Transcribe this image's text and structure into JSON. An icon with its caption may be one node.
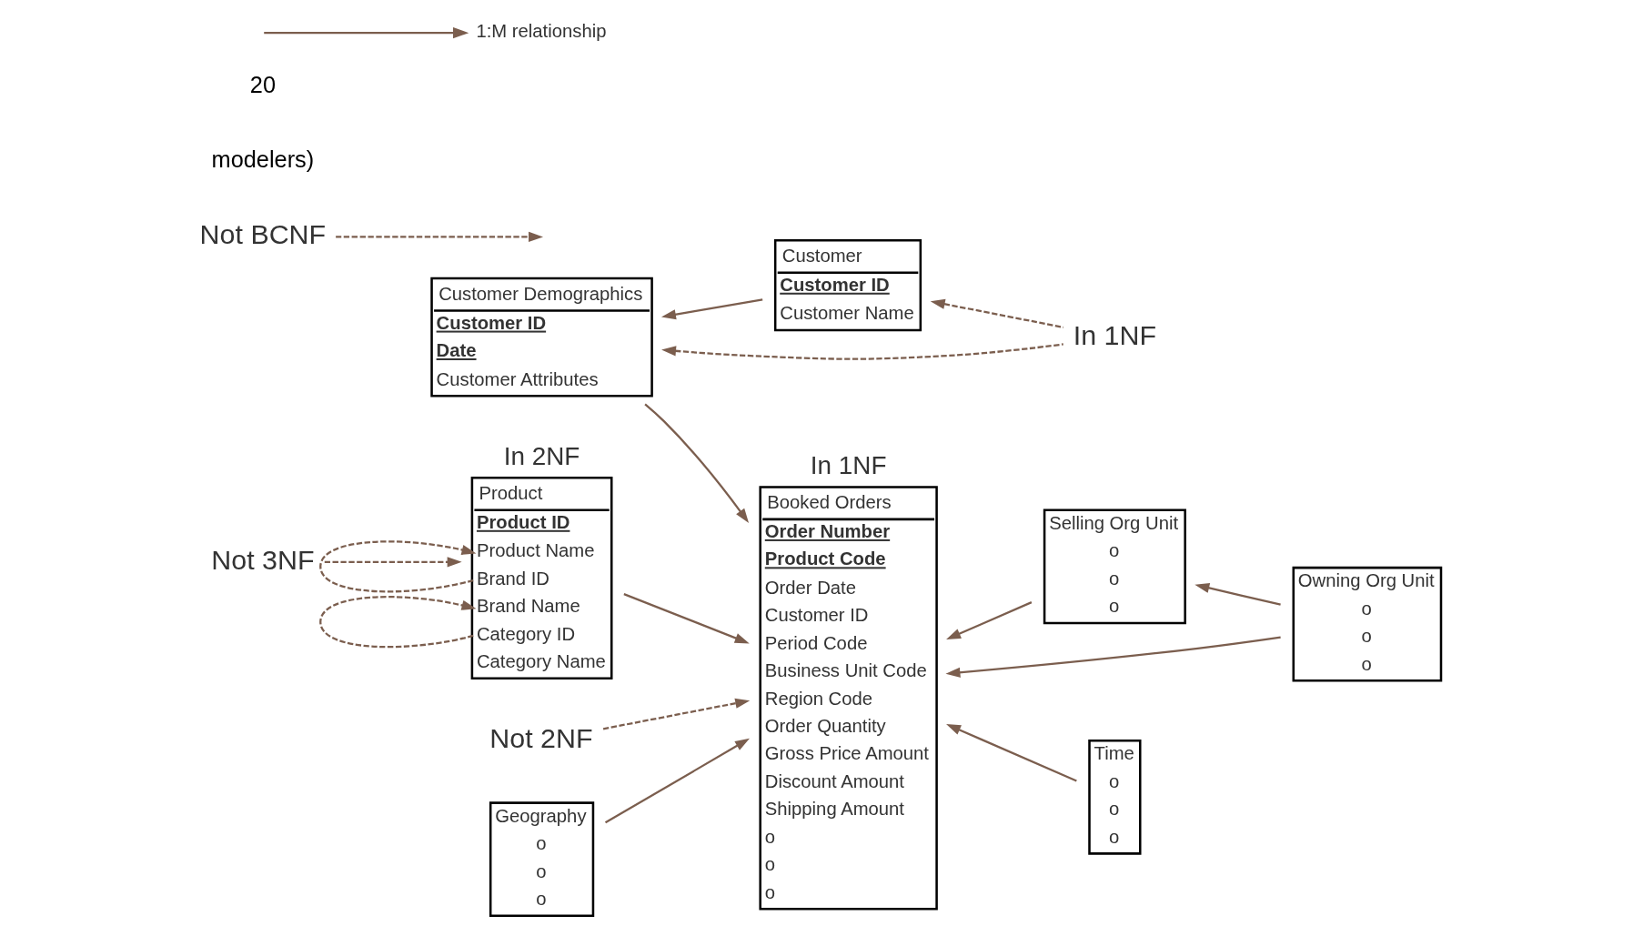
{
  "diagram": {
    "nodes": [
      {
        "text": [
          "Customer Demographics",
          "Customer ID",
          "Date",
          "Customer Attributes"
        ]
      },
      {
        "text": [
          "Customer",
          "Customer ID",
          "Customer Name"
        ]
      },
      {
        "text": [
          "In 1NF"
        ]
      },
      {
        "text": [
          "Product",
          "Product ID",
          "Product Name",
          "Brand ID",
          "Brand Name",
          "Category ID",
          "Category Name"
        ],
        "beside": [
          "In 2NF"
        ]
      },
      {
        "text": [
          "Not 3NF"
        ]
      },
      {
        "text": [
          "Not 2NF"
        ]
      },
      {
        "text": [
          "Booked Orders",
          "Order Number",
          "Product Code",
          "Order Date",
          "Customer ID",
          "Period Code",
          "Business Unit Code",
          "Region Code",
          "Order Quantity",
          "Gross Price Amount",
          "Discount Amount",
          "Shipping Amount",
          "o",
          "o",
          "o"
        ],
        "beside": [
          "In 1NF"
        ]
      },
      {
        "text": [
          "Geography",
          "o",
          "o",
          "o"
        ]
      },
      {
        "text": [
          "Selling Org Unit",
          "o",
          "o",
          "o"
        ]
      },
      {
        "text": [
          "Owning Org Unit",
          "o",
          "o",
          "o"
        ]
      },
      {
        "text": [
          "Time",
          "o",
          "o",
          "o"
        ]
      },
      {
        "text": [
          "Not BCNF"
        ]
      }
    ],
    "edges": [
      {
        "from": 0,
        "to": 6,
        "arrow": "to"
      },
      {
        "from": 1,
        "to": 0,
        "arrow": "to"
      },
      {
        "from": 2,
        "to": 0,
        "arrow": "to",
        "style": "dashed"
      },
      {
        "from": 2,
        "to": 1,
        "arrow": "to",
        "style": "dashed"
      },
      {
        "from": 4,
        "to": 3,
        "arrow": "to",
        "style": "dashed"
      },
      {
        "from": 3,
        "to": 3,
        "arrow": "to",
        "style": "dashed"
      },
      {
        "from": 3,
        "to": 3,
        "arrow": "to",
        "style": "dashed"
      },
      {
        "from": 3,
        "to": 6,
        "arrow": "to"
      },
      {
        "from": 5,
        "to": 6,
        "arrow": "to",
        "style": "dashed"
      },
      {
        "from": 7,
        "to": 6,
        "arrow": "to"
      },
      {
        "from": 8,
        "to": 6,
        "arrow": "to"
      },
      {
        "from": 9,
        "to": 8,
        "arrow": "to"
      },
      {
        "from": 9,
        "to": 6,
        "arrow": "to"
      },
      {
        "from": 10,
        "to": 6,
        "arrow": "to"
      },
      {
        "from": 11,
        "to": null,
        "arrow": "to",
        "style": "dashed"
      }
    ],
    "labels": [
      "modelers)",
      "20"
    ],
    "legend": [
      {
        "text": "1:M relationship"
      }
    ]
  }
}
